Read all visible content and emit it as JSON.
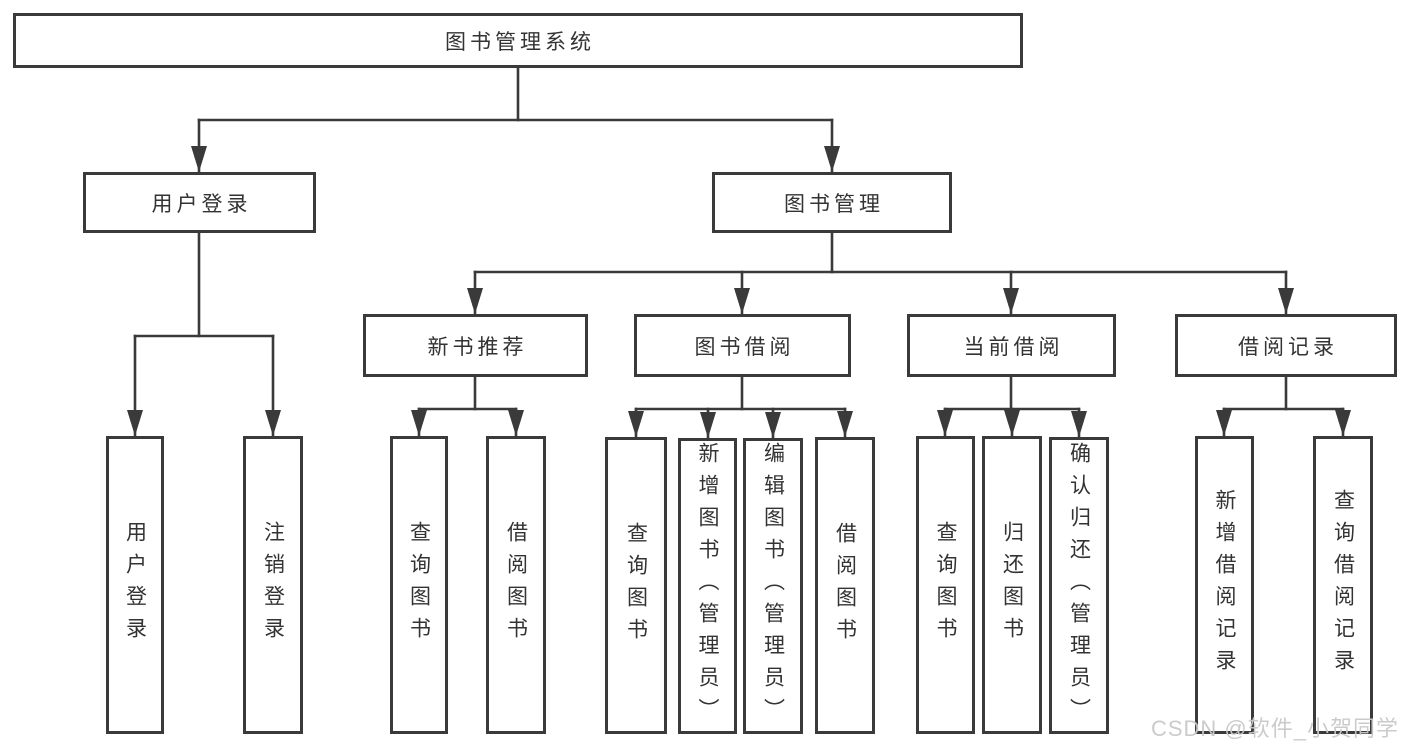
{
  "nodes": {
    "root": "图书管理系统",
    "user_login": "用户登录",
    "book_management": "图书管理",
    "new_book_recommend": "新书推荐",
    "book_borrowing": "图书借阅",
    "current_borrowing": "当前借阅",
    "borrowing_records": "借阅记录",
    "user_login_leaf": "用户登录",
    "logout_leaf": "注销登录",
    "nb_query_books": "查询图书",
    "nb_borrow_books": "借阅图书",
    "bb_query_books": "查询图书",
    "bb_add_books": "新增图书（管理员）",
    "bb_edit_books": "编辑图书（管理员）",
    "bb_borrow_books": "借阅图书",
    "cb_query_books": "查询图书",
    "cb_return_books": "归还图书",
    "cb_confirm_return": "确认归还（管理员）",
    "br_add_record": "新增借阅记录",
    "br_query_record": "查询借阅记录"
  },
  "hierarchy": {
    "图书管理系统": [
      "用户登录",
      "图书管理"
    ],
    "用户登录": [
      "用户登录",
      "注销登录"
    ],
    "图书管理": [
      "新书推荐",
      "图书借阅",
      "当前借阅",
      "借阅记录"
    ],
    "新书推荐": [
      "查询图书",
      "借阅图书"
    ],
    "图书借阅": [
      "查询图书",
      "新增图书（管理员）",
      "编辑图书（管理员）",
      "借阅图书"
    ],
    "当前借阅": [
      "查询图书",
      "归还图书",
      "确认归还（管理员）"
    ],
    "借阅记录": [
      "新增借阅记录",
      "查询借阅记录"
    ]
  },
  "watermark": "CSDN @软件_小贺同学",
  "colors": {
    "line": "#3a3a3a",
    "text": "#333333",
    "background": "#ffffff",
    "watermark": "#c9c9c9"
  }
}
